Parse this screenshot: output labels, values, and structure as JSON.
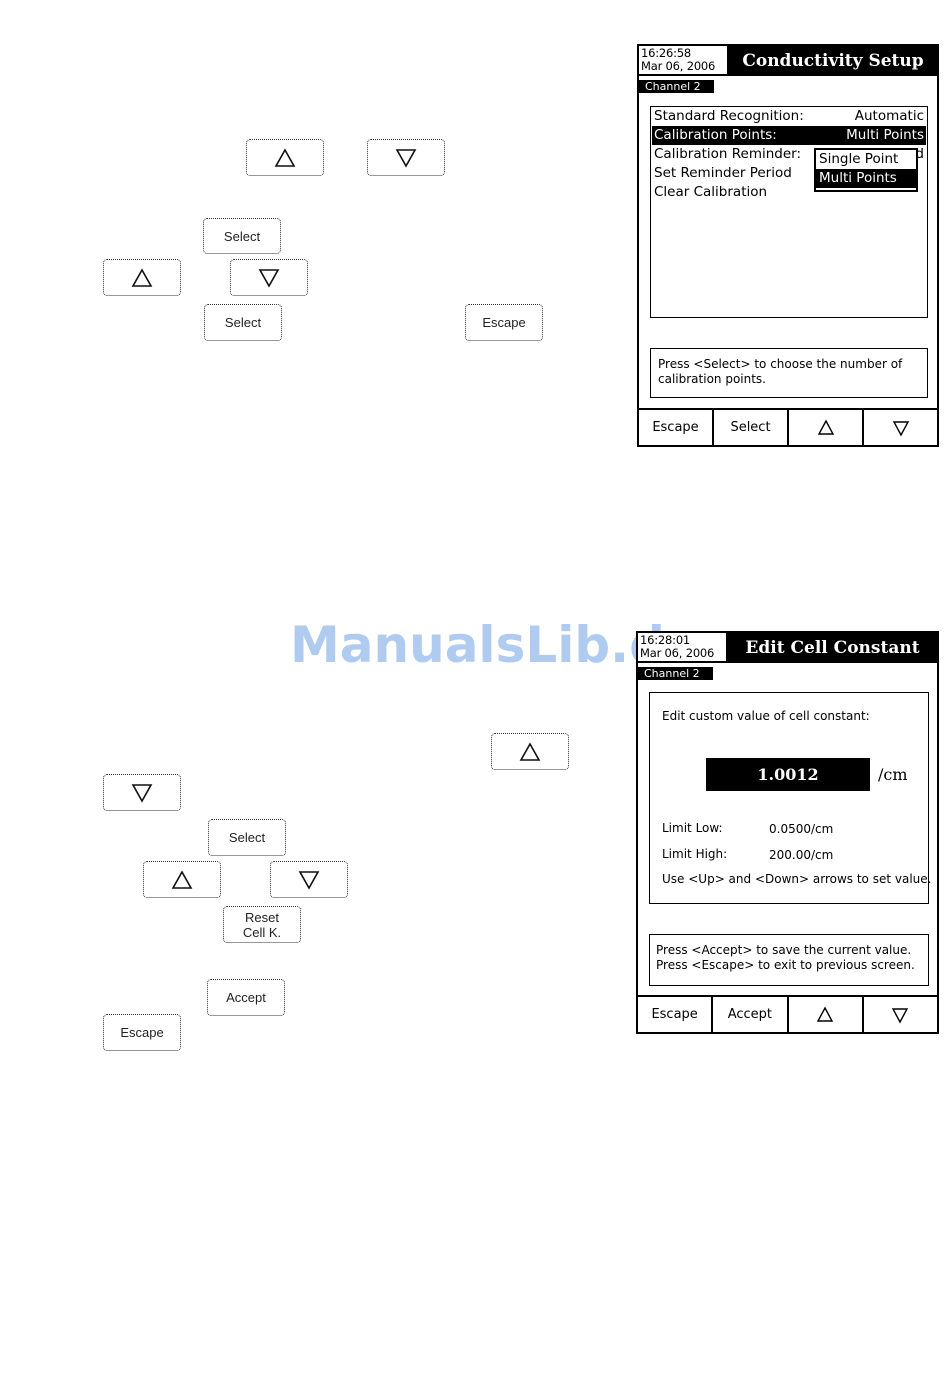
{
  "keys": {
    "up": "up-arrow-icon",
    "down": "down-arrow-icon",
    "select": "Select",
    "escape": "Escape",
    "reset_line1": "Reset",
    "reset_line2": "Cell K.",
    "accept": "Accept"
  },
  "screen1": {
    "time": "16:26:58",
    "date": "Mar 06, 2006",
    "title": "Conductivity Setup",
    "channel": "Channel 2",
    "menu": [
      {
        "label": "Standard Recognition:",
        "value": "Automatic"
      },
      {
        "label": "Calibration Points:",
        "value": "Multi Points"
      },
      {
        "label": "Calibration Reminder:",
        "value": "d"
      },
      {
        "label": "Set Reminder Period",
        "value": ""
      },
      {
        "label": "Clear Calibration",
        "value": ""
      }
    ],
    "popup": [
      "Single Point",
      "Multi Points"
    ],
    "message": "Press <Select> to choose the number of calibration points.",
    "softkeys": [
      "Escape",
      "Select"
    ]
  },
  "screen2": {
    "time": "16:28:01",
    "date": "Mar 06, 2006",
    "title": "Edit Cell Constant",
    "channel": "Channel 2",
    "prompt": "Edit custom value of cell constant:",
    "value": "1.0012",
    "unit": "/cm",
    "limit_low_label": "Limit Low:",
    "limit_low_value": "0.0500/cm",
    "limit_high_label": "Limit High:",
    "limit_high_value": "200.00/cm",
    "hint": "Use <Up> and <Down> arrows to set value.",
    "message_line1": "Press <Accept> to save the current value.",
    "message_line2": "Press <Escape> to exit to previous screen.",
    "softkeys": [
      "Escape",
      "Accept"
    ]
  },
  "watermark": "ManualsLib.de"
}
